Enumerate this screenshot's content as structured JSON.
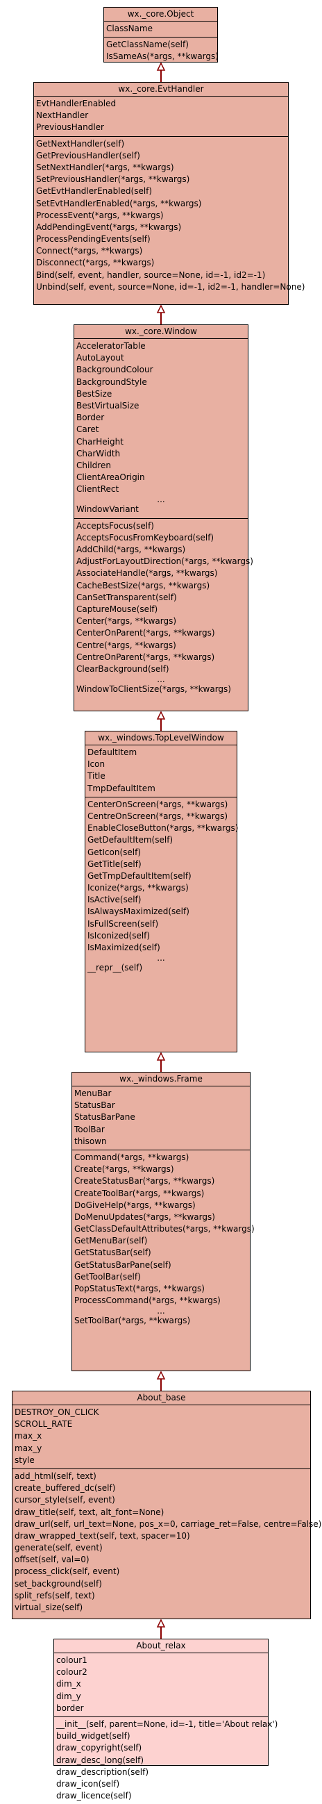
{
  "classes": [
    {
      "name": "wx._core.Object",
      "attributes": [
        "ClassName"
      ],
      "methods": [
        "GetClassName(self)",
        "IsSameAs(*args, **kwargs)"
      ]
    },
    {
      "name": "wx._core.EvtHandler",
      "attributes": [
        "EvtHandlerEnabled",
        "NextHandler",
        "PreviousHandler"
      ],
      "methods": [
        "GetNextHandler(self)",
        "GetPreviousHandler(self)",
        "SetNextHandler(*args, **kwargs)",
        "SetPreviousHandler(*args, **kwargs)",
        "GetEvtHandlerEnabled(self)",
        "SetEvtHandlerEnabled(*args, **kwargs)",
        "ProcessEvent(*args, **kwargs)",
        "AddPendingEvent(*args, **kwargs)",
        "ProcessPendingEvents(self)",
        "Connect(*args, **kwargs)",
        "Disconnect(*args, **kwargs)",
        "Bind(self, event, handler, source=None, id=-1, id2=-1)",
        "Unbind(self, event, source=None, id=-1, id2=-1, handler=None)"
      ]
    },
    {
      "name": "wx._core.Window",
      "attributes": [
        "AcceleratorTable",
        "AutoLayout",
        "BackgroundColour",
        "BackgroundStyle",
        "BestSize",
        "BestVirtualSize",
        "Border",
        "Caret",
        "CharHeight",
        "CharWidth",
        "Children",
        "ClientAreaOrigin",
        "ClientRect",
        "...",
        "WindowVariant"
      ],
      "methods": [
        "AcceptsFocus(self)",
        "AcceptsFocusFromKeyboard(self)",
        "AddChild(*args, **kwargs)",
        "AdjustForLayoutDirection(*args, **kwargs)",
        "AssociateHandle(*args, **kwargs)",
        "CacheBestSize(*args, **kwargs)",
        "CanSetTransparent(self)",
        "CaptureMouse(self)",
        "Center(*args, **kwargs)",
        "CenterOnParent(*args, **kwargs)",
        "Centre(*args, **kwargs)",
        "CentreOnParent(*args, **kwargs)",
        "ClearBackground(self)",
        "...",
        "WindowToClientSize(*args, **kwargs)"
      ]
    },
    {
      "name": "wx._windows.TopLevelWindow",
      "attributes": [
        "DefaultItem",
        "Icon",
        "Title",
        "TmpDefaultItem"
      ],
      "methods": [
        "CenterOnScreen(*args, **kwargs)",
        "CentreOnScreen(*args, **kwargs)",
        "EnableCloseButton(*args, **kwargs)",
        "GetDefaultItem(self)",
        "GetIcon(self)",
        "GetTitle(self)",
        "GetTmpDefaultItem(self)",
        "Iconize(*args, **kwargs)",
        "IsActive(self)",
        "IsAlwaysMaximized(self)",
        "IsFullScreen(self)",
        "IsIconized(self)",
        "IsMaximized(self)",
        "...",
        "__repr__(self)"
      ]
    },
    {
      "name": "wx._windows.Frame",
      "attributes": [
        "MenuBar",
        "StatusBar",
        "StatusBarPane",
        "ToolBar",
        "thisown"
      ],
      "methods": [
        "Command(*args, **kwargs)",
        "Create(*args, **kwargs)",
        "CreateStatusBar(*args, **kwargs)",
        "CreateToolBar(*args, **kwargs)",
        "DoGiveHelp(*args, **kwargs)",
        "DoMenuUpdates(*args, **kwargs)",
        "GetClassDefaultAttributes(*args, **kwargs)",
        "GetMenuBar(self)",
        "GetStatusBar(self)",
        "GetStatusBarPane(self)",
        "GetToolBar(self)",
        "PopStatusText(*args, **kwargs)",
        "ProcessCommand(*args, **kwargs)",
        "...",
        "SetToolBar(*args, **kwargs)"
      ]
    },
    {
      "name": "About_base",
      "attributes": [
        "DESTROY_ON_CLICK",
        "SCROLL_RATE",
        "max_x",
        "max_y",
        "style"
      ],
      "methods": [
        "add_html(self, text)",
        "create_buffered_dc(self)",
        "cursor_style(self, event)",
        "draw_title(self, text, alt_font=None)",
        "draw_url(self, url_text=None, pos_x=0, carriage_ret=False, centre=False)",
        "draw_wrapped_text(self, text, spacer=10)",
        "generate(self, event)",
        "offset(self, val=0)",
        "process_click(self, event)",
        "set_background(self)",
        "split_refs(self, text)",
        "virtual_size(self)"
      ]
    },
    {
      "name": "About_relax",
      "attributes": [
        "colour1",
        "colour2",
        "dim_x",
        "dim_y",
        "border"
      ],
      "methods": [
        "__init__(self, parent=None, id=-1, title='About relax')",
        "build_widget(self)",
        "draw_copyright(self)",
        "draw_desc_long(self)",
        "draw_description(self)",
        "draw_icon(self)",
        "draw_licence(self)"
      ]
    }
  ]
}
